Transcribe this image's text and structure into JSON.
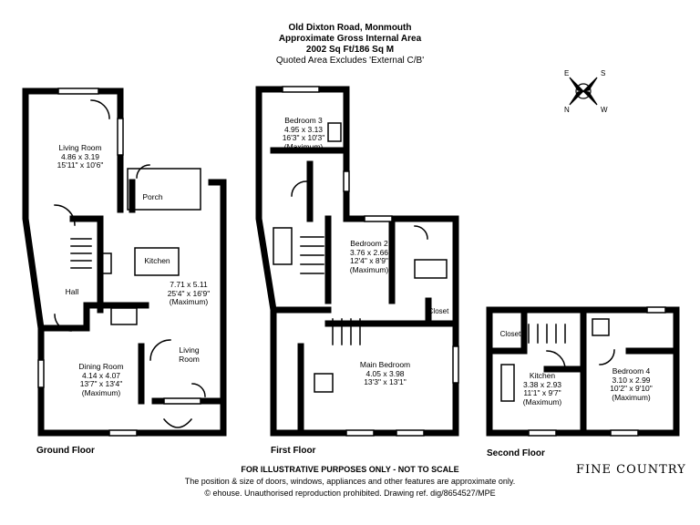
{
  "header": {
    "address": "Old Dixton Road, Monmouth",
    "area_title": "Approximate Gross Internal Area",
    "area_value": "2002 Sq Ft/186 Sq M",
    "area_note": "Quoted Area Excludes 'External C/B'"
  },
  "compass": {
    "n": "N",
    "e": "E",
    "s": "S",
    "w": "W"
  },
  "rooms": {
    "living_room": {
      "name": "Living Room",
      "dims": "4.86 x 3.19",
      "imperial": "15'11\" x 10'6\""
    },
    "porch": {
      "name": "Porch"
    },
    "kitchen_gf": {
      "name": "Kitchen",
      "dims": "7.71 x 5.11",
      "imperial": "25'4\" x 16'9\"",
      "note": "(Maximum)"
    },
    "hall": {
      "name": "Hall"
    },
    "dining_room": {
      "name": "Dining Room",
      "dims": "4.14 x 4.07",
      "imperial": "13'7\" x 13'4\"",
      "note": "(Maximum)"
    },
    "living_room_2": {
      "name": "Living",
      "name2": "Room"
    },
    "bedroom_3": {
      "name": "Bedroom 3",
      "dims": "4.95 x 3.13",
      "imperial": "16'3\" x 10'3\"",
      "note": "(Maximum)"
    },
    "bedroom_2": {
      "name": "Bedroom 2",
      "dims": "3.76 x 2.66",
      "imperial": "12'4\" x 8'9\"",
      "note": "(Maximum)"
    },
    "closet_ff": {
      "name": "Closet"
    },
    "main_bedroom": {
      "name": "Main Bedroom",
      "dims": "4.05 x 3.98",
      "imperial": "13'3\" x 13'1\""
    },
    "closet_sf": {
      "name": "Closet"
    },
    "kitchen_sf": {
      "name": "Kitchen",
      "dims": "3.38 x 2.93",
      "imperial": "11'1\" x 9'7\"",
      "note": "(Maximum)"
    },
    "bedroom_4": {
      "name": "Bedroom 4",
      "dims": "3.10 x 2.99",
      "imperial": "10'2\" x 9'10\"",
      "note": "(Maximum)"
    }
  },
  "floors": {
    "ground": "Ground Floor",
    "first": "First Floor",
    "second": "Second Floor"
  },
  "footer": {
    "disclaimer": "FOR ILLUSTRATIVE PURPOSES ONLY - NOT TO SCALE",
    "line2": "The position & size of doors, windows, appliances and other features are approximate only.",
    "line3": "© ehouse. Unauthorised reproduction prohibited. Drawing ref. dig/8654527/MPE"
  },
  "logo": "FINE COUNTRY"
}
